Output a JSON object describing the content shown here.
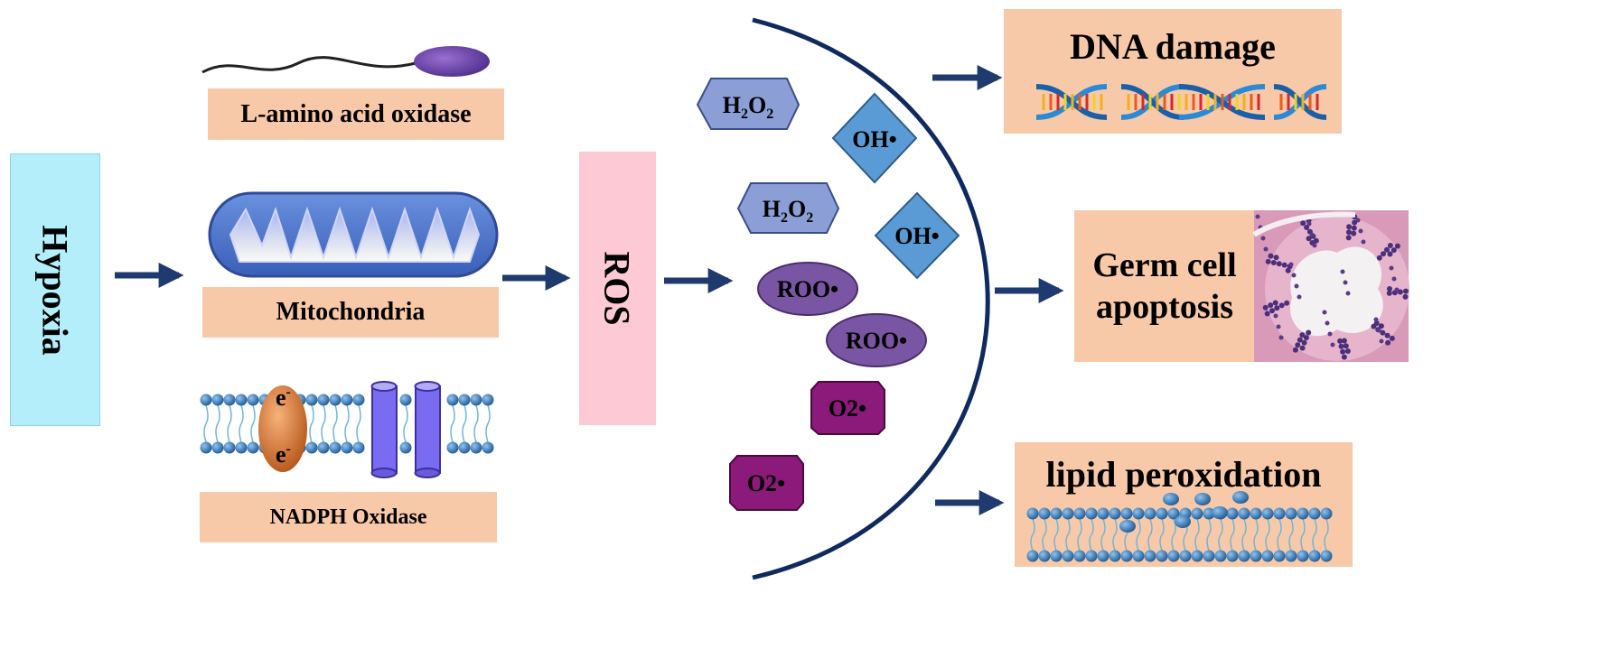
{
  "diagram": {
    "hypoxia": "Hypoxia",
    "ros": "ROS",
    "sources": {
      "amino": "L-amino acid oxidase",
      "mito": "Mitochondria",
      "nadph": "NADPH Oxidase",
      "electron_top": "e",
      "electron_bottom": "e",
      "electron_sup": "-"
    },
    "molecules": {
      "h2o2_a": {
        "base": "H",
        "sub1": "2",
        "mid": "O",
        "sub2": "2"
      },
      "h2o2_b": {
        "base": "H",
        "sub1": "2",
        "mid": "O",
        "sub2": "2"
      },
      "oh_a": "OH•",
      "oh_b": "OH•",
      "roo_a": "ROO•",
      "roo_b": "ROO•",
      "o2_a": "O2•",
      "o2_b": "O2•"
    },
    "outcomes": {
      "dna": "DNA damage",
      "germ_line1": "Germ cell",
      "germ_line2": "apoptosis",
      "lipid": "lipid peroxidation"
    },
    "colors": {
      "hypoxia_box": "#b3eefa",
      "ros_box": "#fcc9d4",
      "peach_box": "#f8c9a8",
      "arrow": "#1f3a6e",
      "h2o2": "#8b9fd6",
      "oh": "#5b9bd5",
      "roo": "#7a55a3",
      "o2": "#8b1a7a",
      "membrane_head": "#2e6ea6"
    }
  }
}
